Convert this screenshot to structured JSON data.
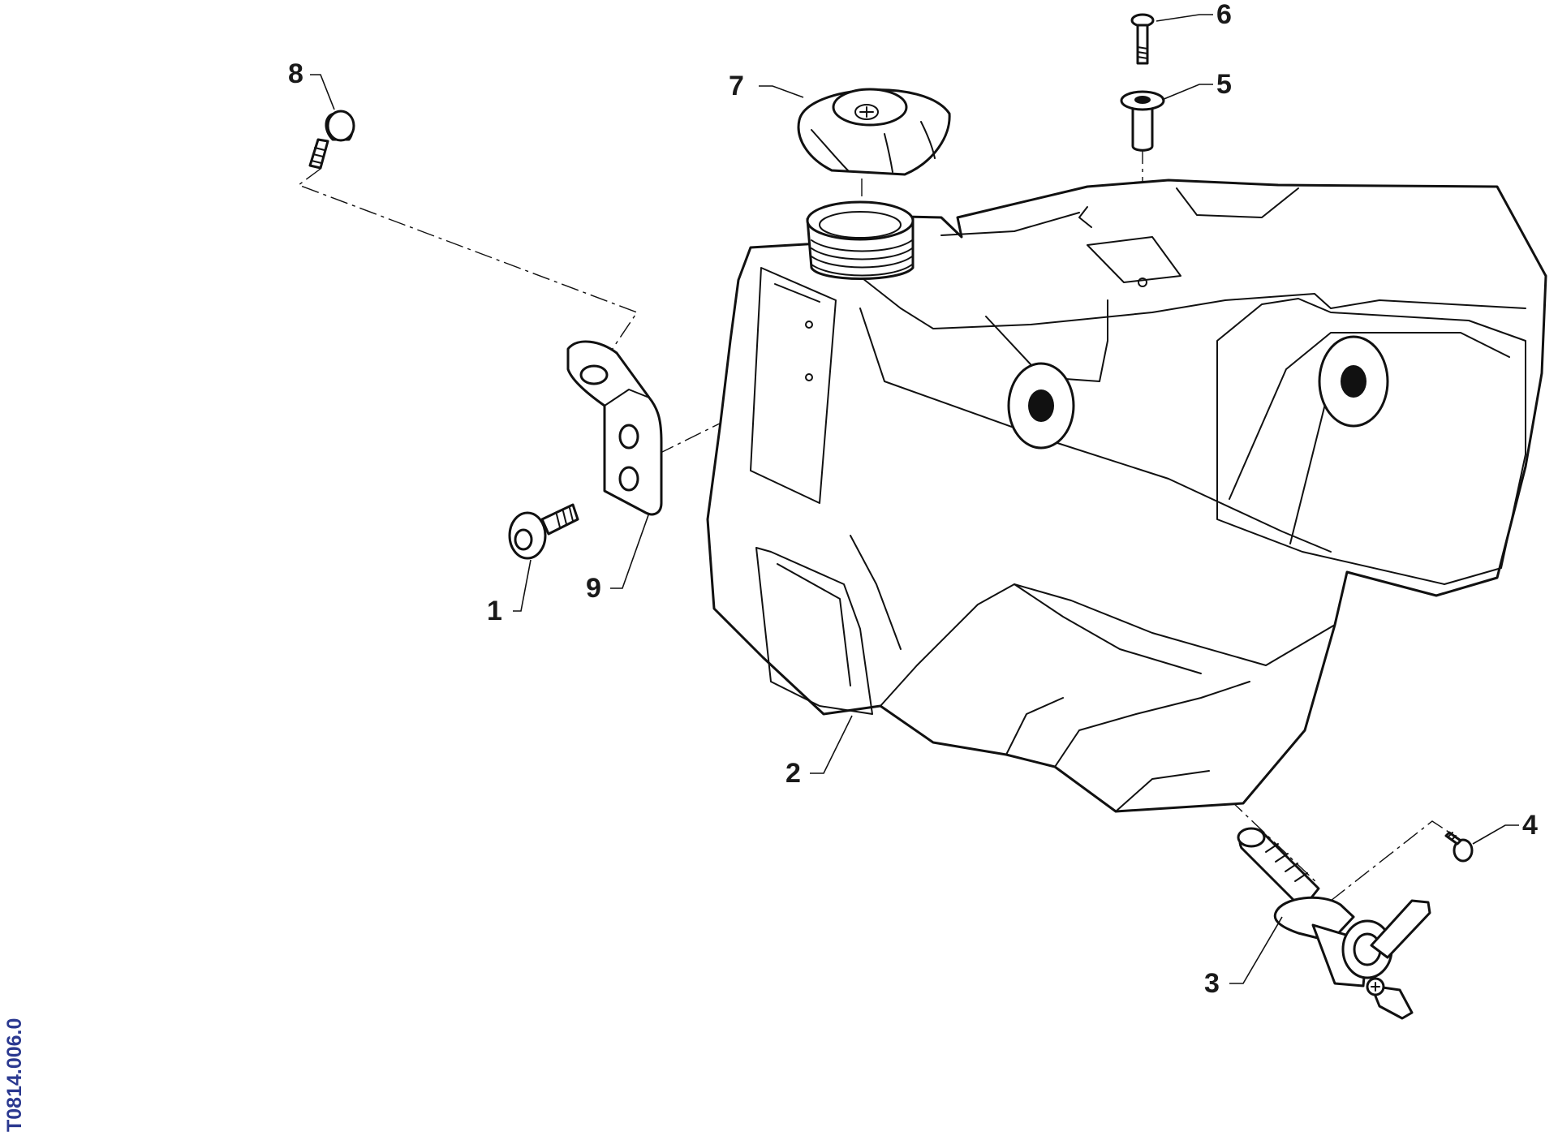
{
  "drawing": {
    "reference_code": "T0814.006.0",
    "colors": {
      "line": "#111111",
      "reference_code": "#2b3990",
      "background": "#ffffff"
    }
  },
  "callouts": [
    "1",
    "2",
    "3",
    "4",
    "5",
    "6",
    "7",
    "8",
    "9"
  ]
}
